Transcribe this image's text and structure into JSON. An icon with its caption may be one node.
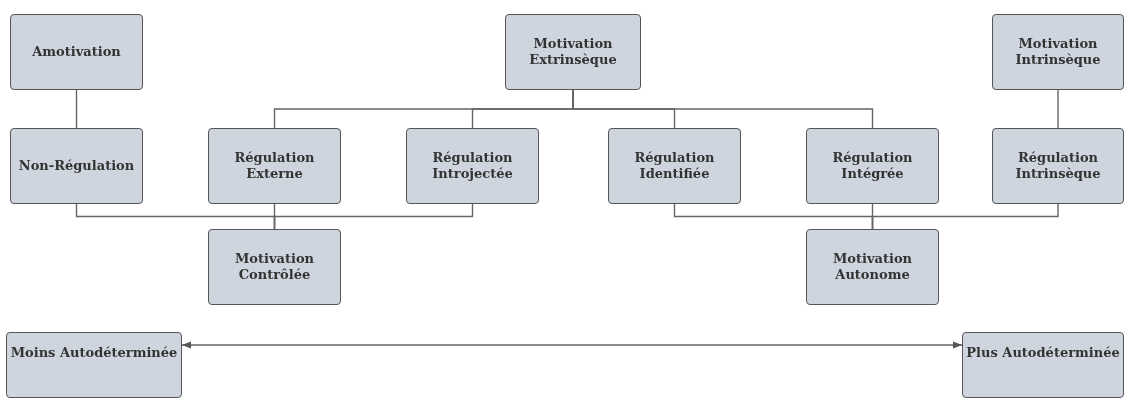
{
  "diagram": {
    "nodes": [
      {
        "text": [
          "Amotivation"
        ]
      },
      {
        "text": [
          "Motivation Extrinsèque"
        ]
      },
      {
        "text": [
          "Motivation Intrinsèque"
        ]
      },
      {
        "text": [
          "Non-Régulation"
        ]
      },
      {
        "text": [
          "Régulation Externe"
        ]
      },
      {
        "text": [
          "Régulation Introjectée"
        ]
      },
      {
        "text": [
          "Régulation Identifiée"
        ]
      },
      {
        "text": [
          "Régulation Intégrée"
        ]
      },
      {
        "text": [
          "Régulation Intrinsèque"
        ]
      },
      {
        "text": [
          "Motivation Contrôlée"
        ]
      },
      {
        "text": [
          "Motivation Autonome"
        ]
      },
      {
        "text": [
          "Moins Autodéterminée"
        ]
      },
      {
        "text": [
          "Plus Autodéterminée"
        ]
      }
    ],
    "edges": [
      {
        "from": 0,
        "to": 3,
        "arrow": "none"
      },
      {
        "from": 1,
        "to": 4,
        "arrow": "none"
      },
      {
        "from": 1,
        "to": 5,
        "arrow": "none"
      },
      {
        "from": 1,
        "to": 6,
        "arrow": "none"
      },
      {
        "from": 1,
        "to": 7,
        "arrow": "none"
      },
      {
        "from": 2,
        "to": 8,
        "arrow": "none"
      },
      {
        "from": 3,
        "to": 9,
        "arrow": "none"
      },
      {
        "from": 4,
        "to": 9,
        "arrow": "none"
      },
      {
        "from": 5,
        "to": 9,
        "arrow": "none"
      },
      {
        "from": 6,
        "to": 10,
        "arrow": "none"
      },
      {
        "from": 7,
        "to": 10,
        "arrow": "none"
      },
      {
        "from": 8,
        "to": 10,
        "arrow": "none"
      },
      {
        "from": 11,
        "to": 12,
        "arrow": "both"
      }
    ]
  }
}
